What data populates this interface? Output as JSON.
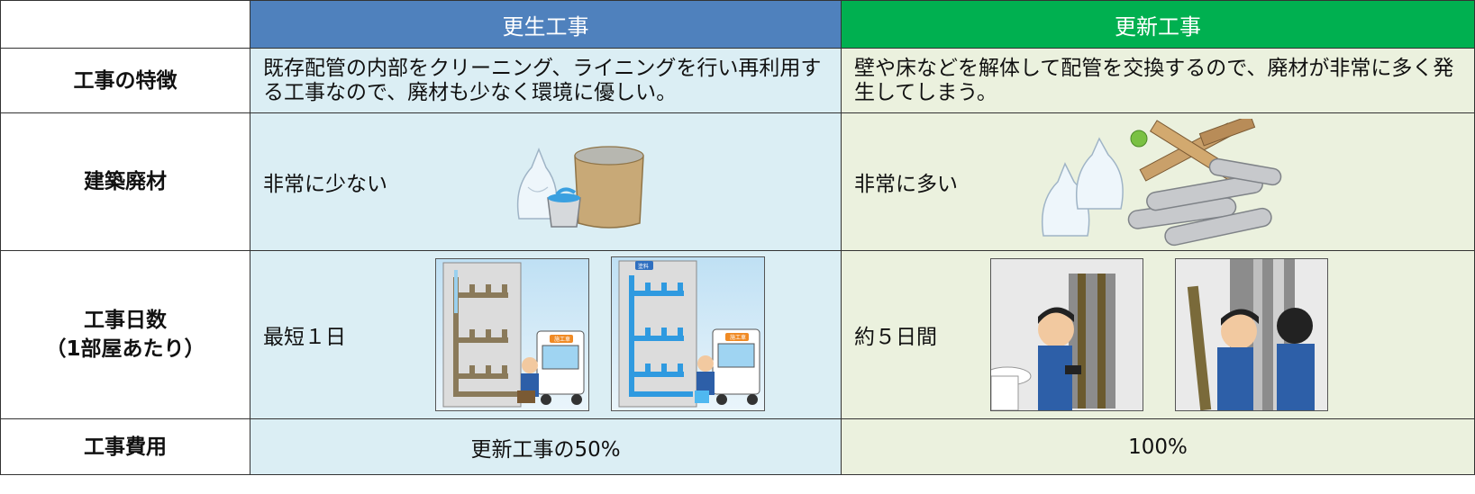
{
  "header": {
    "col_a": "更生工事",
    "col_b": "更新工事",
    "color_a": "#4f81bd",
    "color_b": "#00b050"
  },
  "rows": {
    "features": {
      "label": "工事の特徴",
      "a": "既存配管の内部をクリーニング、ライニングを行い再利用する工事なので、廃材も少なく環境に優しい。",
      "b": "壁や床などを解体して配管を交換するので、廃材が非常に多く発生してしまう。"
    },
    "waste": {
      "label": "建築廃材",
      "a": "非常に少ない",
      "b": "非常に多い"
    },
    "days": {
      "label_line1": "工事日数",
      "label_line2": "（1部屋あたり）",
      "a": "最短１日",
      "b": "約５日間",
      "truck_sign": "施工車",
      "tank_sign": "塗料"
    },
    "cost": {
      "label": "工事費用",
      "a": "更新工事の50%",
      "b": "100%"
    }
  }
}
